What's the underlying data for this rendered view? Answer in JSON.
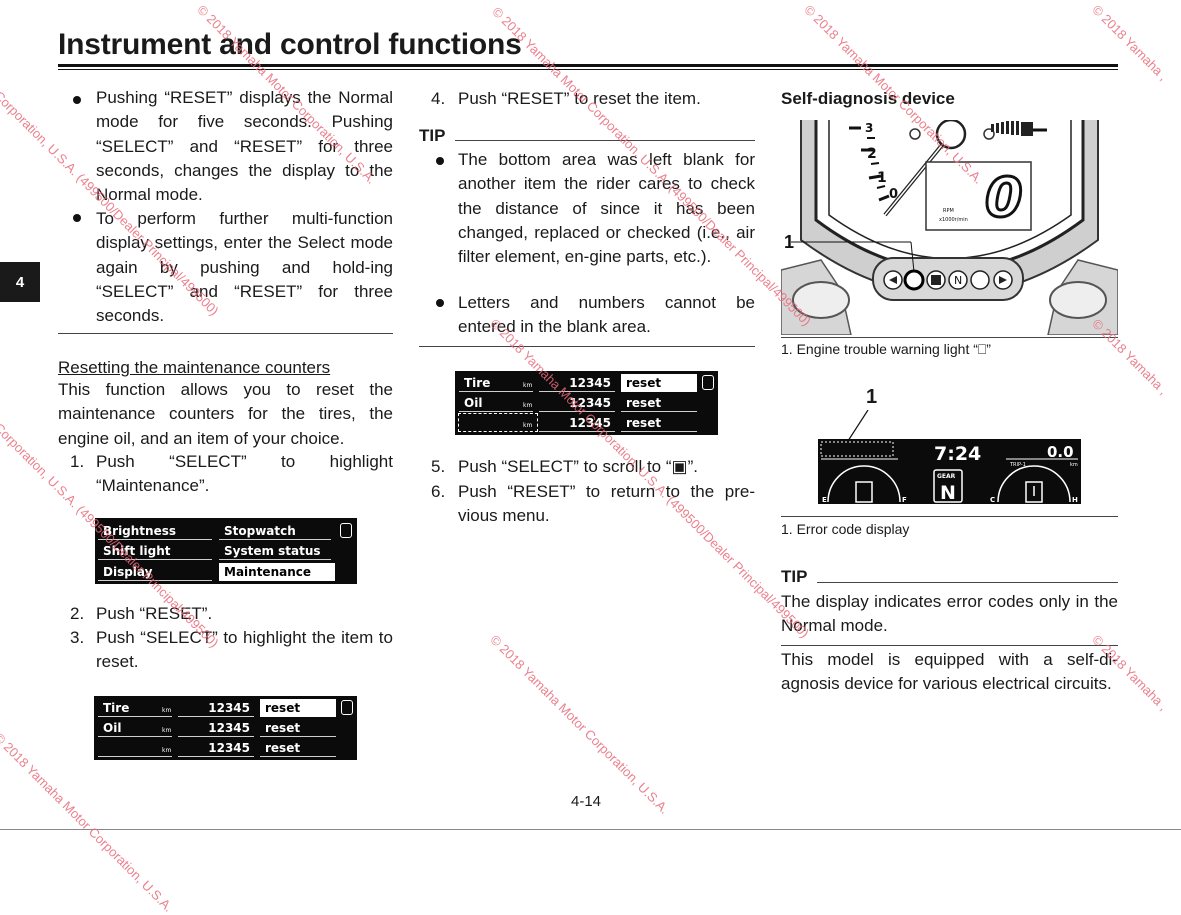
{
  "page": {
    "title": "Instrument and control functions",
    "section_tab": "4",
    "page_number": "4-14"
  },
  "col1": {
    "bullet1": "Pushing “RESET” displays the Normal mode for five seconds. Pushing “SELECT” and “RESET” for three seconds, changes the display to the Normal mode.",
    "bullet2": "To perform further multi-function display settings, enter the Select mode again by pushing and hold-ing “SELECT” and “RESET” for three seconds.",
    "heading": "Resetting the maintenance counters",
    "intro": "This function allows you to reset the maintenance counters for the tires, the engine oil, and an item of your choice.",
    "step1_num": "1.",
    "step1": "Push “SELECT” to highlight “Maintenance”.",
    "step2_num": "2.",
    "step2": "Push “RESET”.",
    "step3_num": "3.",
    "step3": "Push “SELECT” to highlight the item to reset.",
    "menu1": {
      "r1c1": "Brightness",
      "r1c2": "Stopwatch",
      "r2c1": "Shift light",
      "r2c2": "System status",
      "r3c1": "Display",
      "r3c2": "Maintenance"
    },
    "menu2": {
      "r1_label": "Tire",
      "r1_unit": "km",
      "r1_value": "12345",
      "r1_action": "reset",
      "r2_label": "Oil",
      "r2_unit": "km",
      "r2_value": "12345",
      "r2_action": "reset",
      "r3_unit": "km",
      "r3_value": "12345",
      "r3_action": "reset"
    }
  },
  "col2": {
    "step4_num": "4.",
    "step4": "Push “RESET” to reset the item.",
    "tip_label": "TIP",
    "tip_bullet1": "The bottom area was left blank for another item the rider cares to check the distance of since it has been changed, replaced or checked (i.e., air filter element, en-gine parts, etc.).",
    "tip_bullet2": "Letters and numbers cannot be entered in the blank area.",
    "menu3": {
      "r1_label": "Tire",
      "r1_unit": "km",
      "r1_value": "12345",
      "r1_action": "reset",
      "r2_label": "Oil",
      "r2_unit": "km",
      "r2_value": "12345",
      "r2_action": "reset",
      "r3_unit": "km",
      "r3_value": "12345",
      "r3_action": "reset"
    },
    "step5_num": "5.",
    "step5": "Push “SELECT” to scroll to “▣”.",
    "step6_num": "6.",
    "step6": "Push “RESET” to return to the pre-vious menu."
  },
  "col3": {
    "heading": "Self-diagnosis device",
    "fig1_callout": "1",
    "fig1_caption": "1.  Engine trouble warning light “⎕”",
    "fig2_callout": "1",
    "fig2_caption": "1.  Error code display",
    "display": {
      "clock": "7:24",
      "trip_value": "0.0",
      "trip_label": "TRIP-1",
      "gear_label": "GEAR",
      "gear_value": "N",
      "fuel_e": "E",
      "fuel_f": "F",
      "temp_c": "C",
      "temp_h": "H",
      "odo_unit": "km"
    },
    "gauge": {
      "tick_3": "3",
      "tick_2": "2",
      "tick_1": "1",
      "tick_0": "0",
      "gear_digit": "0",
      "rpm_label": "RPM",
      "rpm_scale": "x1000r/min",
      "indicator_n": "N"
    },
    "tip_label": "TIP",
    "tip_text": "The display indicates error codes only in the Normal mode.",
    "body": "This model is equipped with a self-di-agnosis device for various electrical circuits."
  },
  "watermark": {
    "text_a": "© 2018 Yamaha Motor Corporation, U.S.A. (499500/Dealer Principal/499500)",
    "text_b": "Corporation, U.S.A. (499500/Dealer Principal/499500)",
    "text_c": "© 2018 Yamaha Motor Corporation, U.S.A.",
    "text_d": "© 2018 Yamaha ,"
  },
  "colors": {
    "watermark": "#e86a7a",
    "lcd_bg": "#0b0b0b"
  }
}
